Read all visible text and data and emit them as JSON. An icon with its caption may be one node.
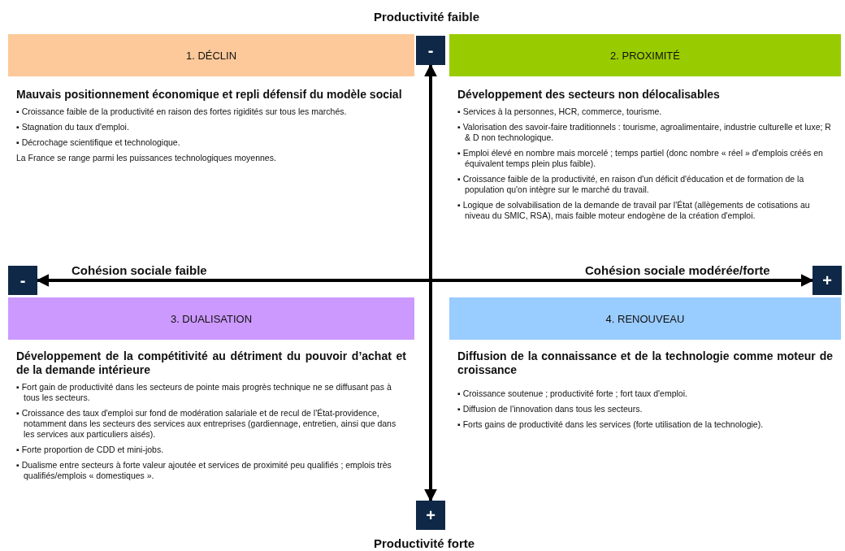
{
  "diagram": {
    "nodes": [
      {
        "text": [
          "1. DÉCLIN"
        ]
      },
      {
        "text": [
          "Mauvais positionnement économique et repli défensif du modèle social",
          "▪ Croissance faible de la productivité en raison des fortes rigidités sur tous les marchés.",
          "▪ Stagnation du taux d'emploi.",
          "▪ Décrochage scientifique et technologique.",
          "La France se range parmi les puissances technologiques moyennes."
        ]
      },
      {
        "text": [
          "2. PROXIMITÉ"
        ]
      },
      {
        "text": [
          "Développement des secteurs non délocalisables",
          "▪ Services à la personnes, HCR, commerce, tourisme.",
          "▪ Valorisation des savoir-faire traditionnels : tourisme, agroalimentaire, industrie culturelle et luxe; R & D non technologique.",
          "▪ Emploi élevé en nombre mais morcelé ; temps partiel (donc nombre « réel » d'emplois créés en équivalent temps plein plus faible).",
          "▪ Croissance faible de la productivité, en raison d'un déficit d'éducation et de formation de la population qu'on intègre sur le marché du travail.",
          "▪ Logique de solvabilisation de la demande de travail par l'État (allègements de cotisations au niveau du SMIC, RSA), mais faible moteur endogène de la création d'emploi."
        ]
      },
      {
        "text": [
          "3. DUALISATION"
        ]
      },
      {
        "text": [
          "Développement de la compétitivité au détriment du pouvoir d’achat et de la demande intérieure",
          "▪ Fort gain de productivité dans les secteurs de pointe mais progrès technique ne se diffusant pas à tous les secteurs.",
          "▪ Croissance des taux d'emploi sur fond de modération salariale et de recul de l'État-providence, notamment dans les secteurs des services aux entreprises (gardiennage, entretien, ainsi que dans les services aux particuliers aisés).",
          "▪ Forte proportion de CDD et mini-jobs.",
          "▪ Dualisme entre secteurs à forte valeur ajoutée et services de proximité peu qualifiés ; emplois très qualifiés/emplois « domestiques »."
        ]
      },
      {
        "text": [
          "4. RENOUVEAU"
        ]
      },
      {
        "text": [
          "Diffusion de la connaissance et de la technologie comme moteur de croissance",
          "▪ Croissance soutenue ; productivité forte ; fort taux d'emploi.",
          "▪ Diffusion de l'innovation dans tous les secteurs.",
          "▪ Forts gains de productivité dans les services (forte utilisation de la technologie)."
        ]
      },
      {
        "text": [
          "-"
        ]
      },
      {
        "text": [
          "-"
        ]
      },
      {
        "text": [
          "+"
        ]
      },
      {
        "text": [
          "+"
        ]
      }
    ],
    "edges": [
      {
        "from": 8,
        "to": 11,
        "arrow": "both"
      },
      {
        "from": 9,
        "to": 10,
        "arrow": "both"
      }
    ],
    "labels": [
      "Productivité faible",
      "Cohésion sociale faible",
      "Cohésion sociale modérée/forte",
      "Productivité forte"
    ]
  }
}
